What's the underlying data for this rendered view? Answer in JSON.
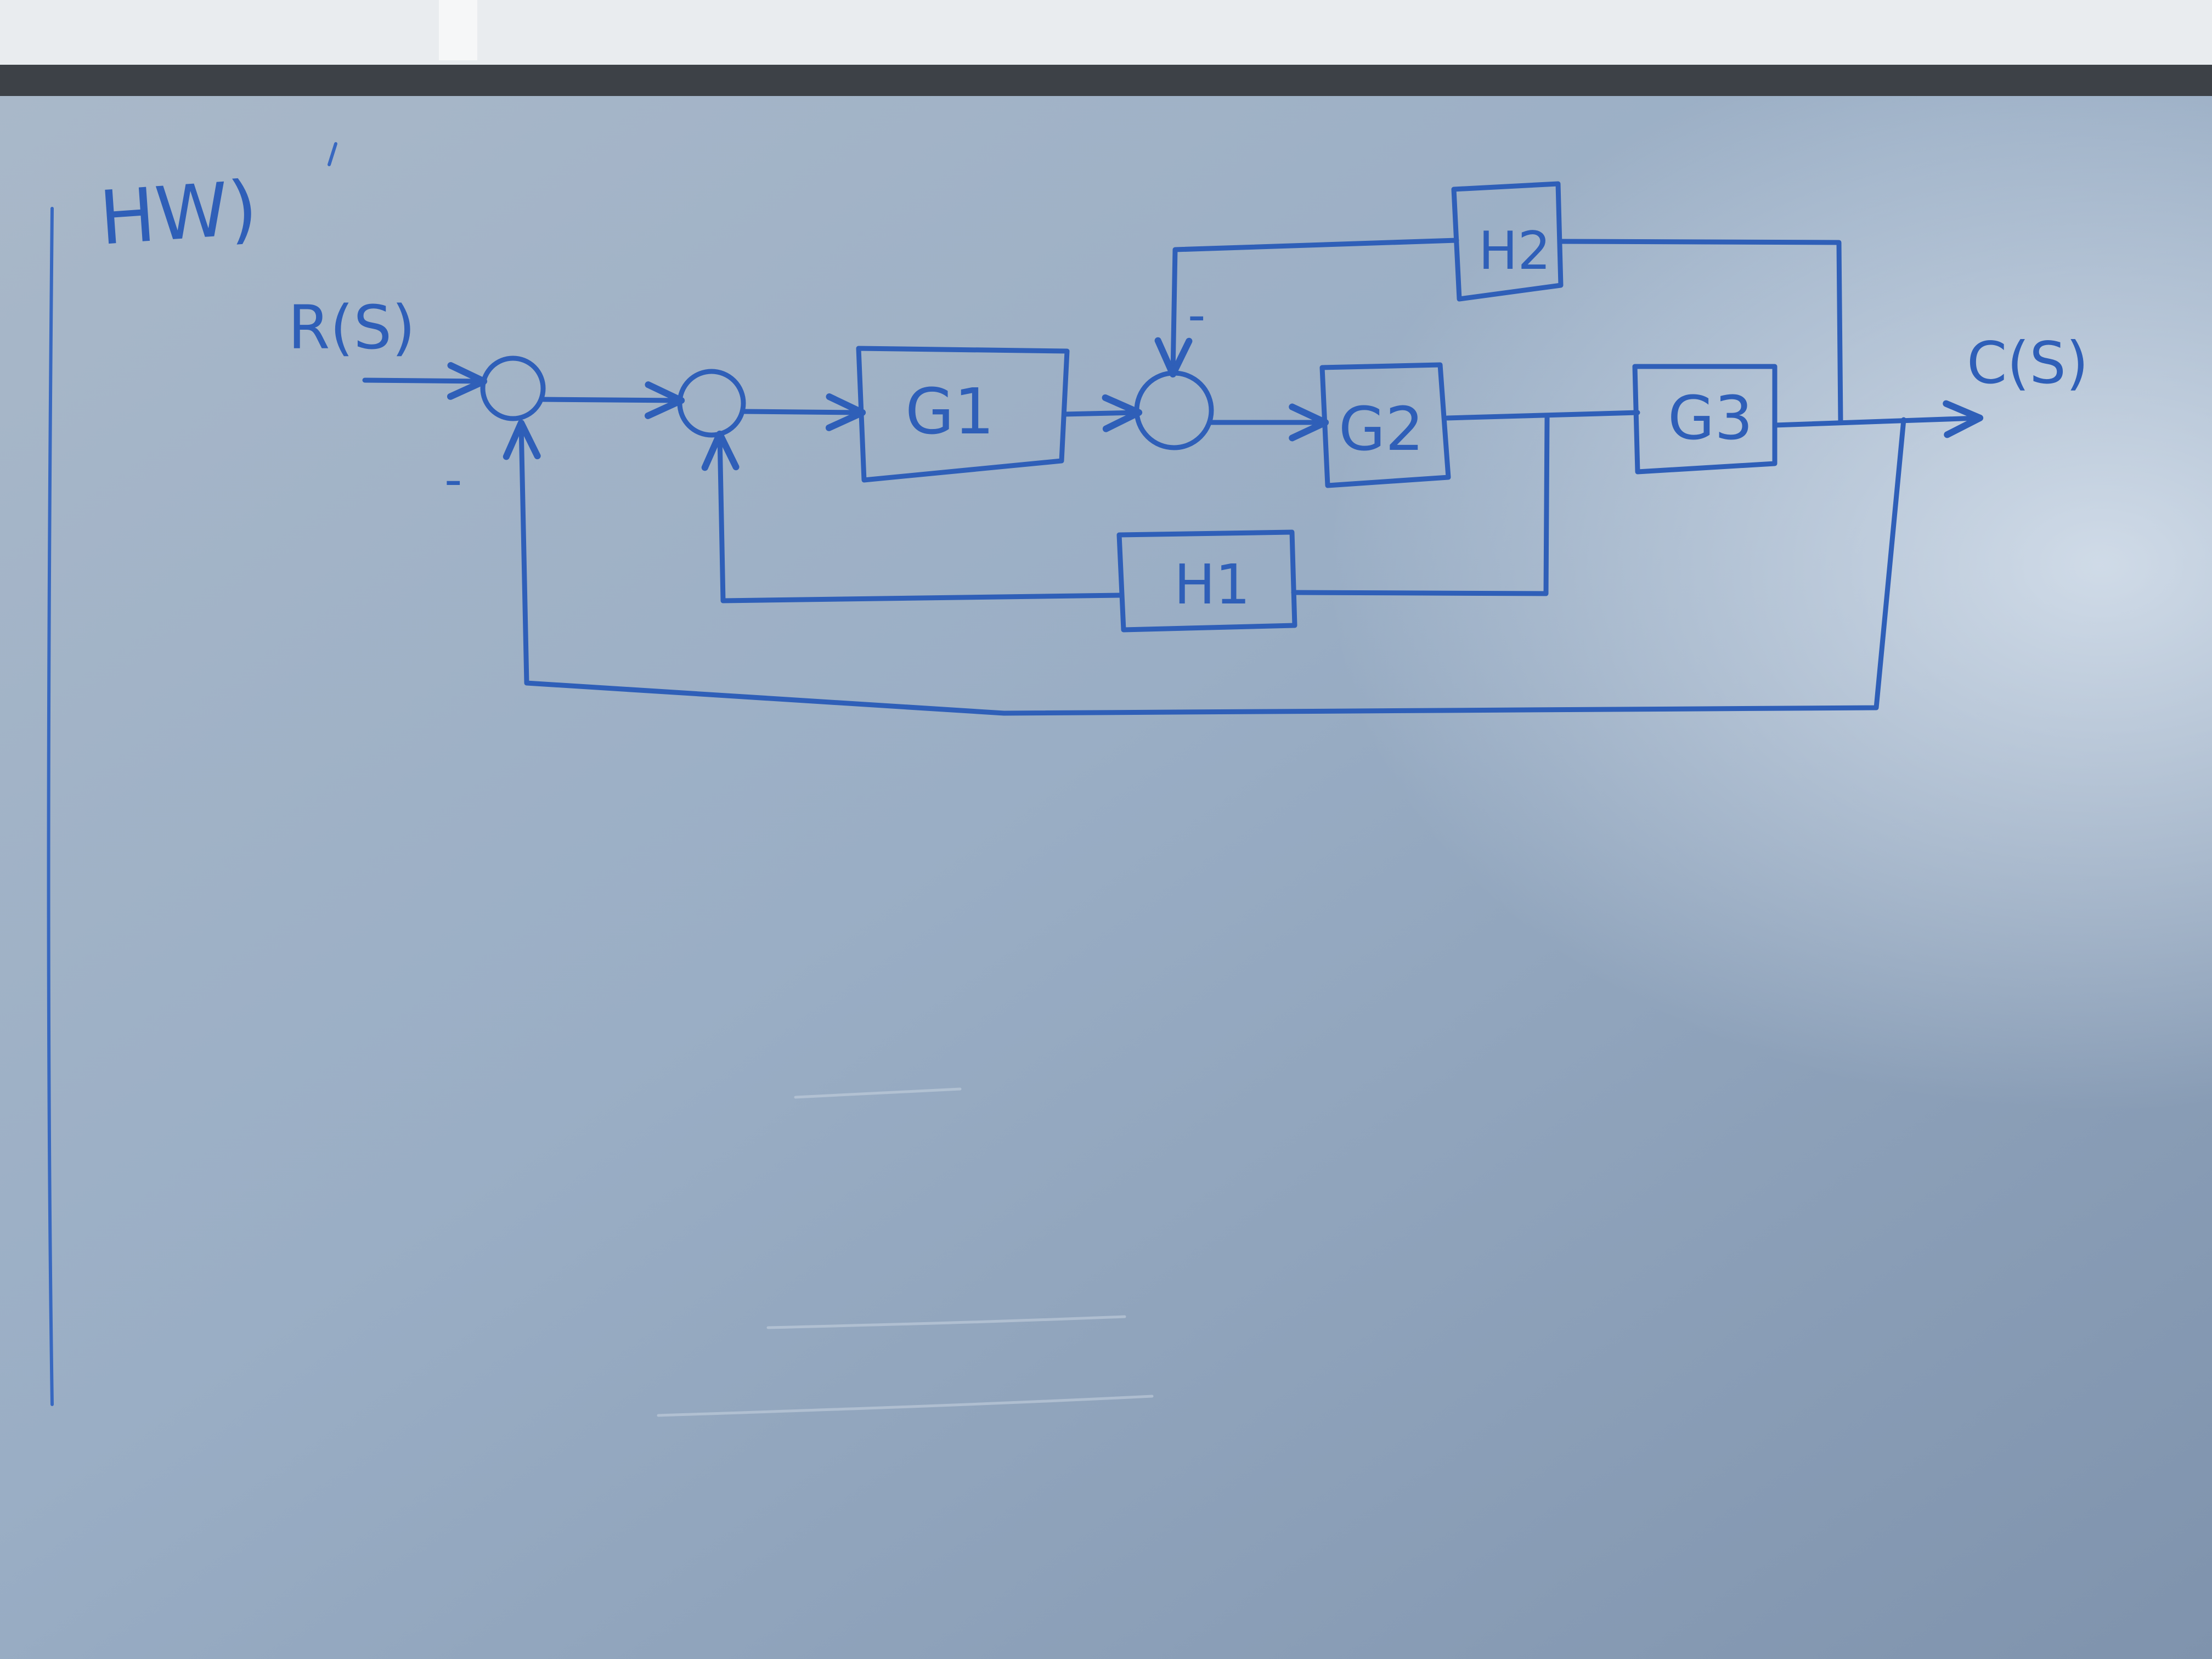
{
  "board": {
    "heading": "HW)",
    "input_label": "R(S)",
    "output_label": "C(S)",
    "colors": {
      "ink": "#2f5fb8",
      "board": "#8e9fb5",
      "wall": "#e9ecef",
      "frame": "#3d4147"
    }
  },
  "blocks": {
    "g1": "G1",
    "g2": "G2",
    "g3": "G3",
    "h1": "H1",
    "h2": "H2"
  },
  "signs": {
    "outer_feedback": "-",
    "h2_feedback": "-"
  }
}
